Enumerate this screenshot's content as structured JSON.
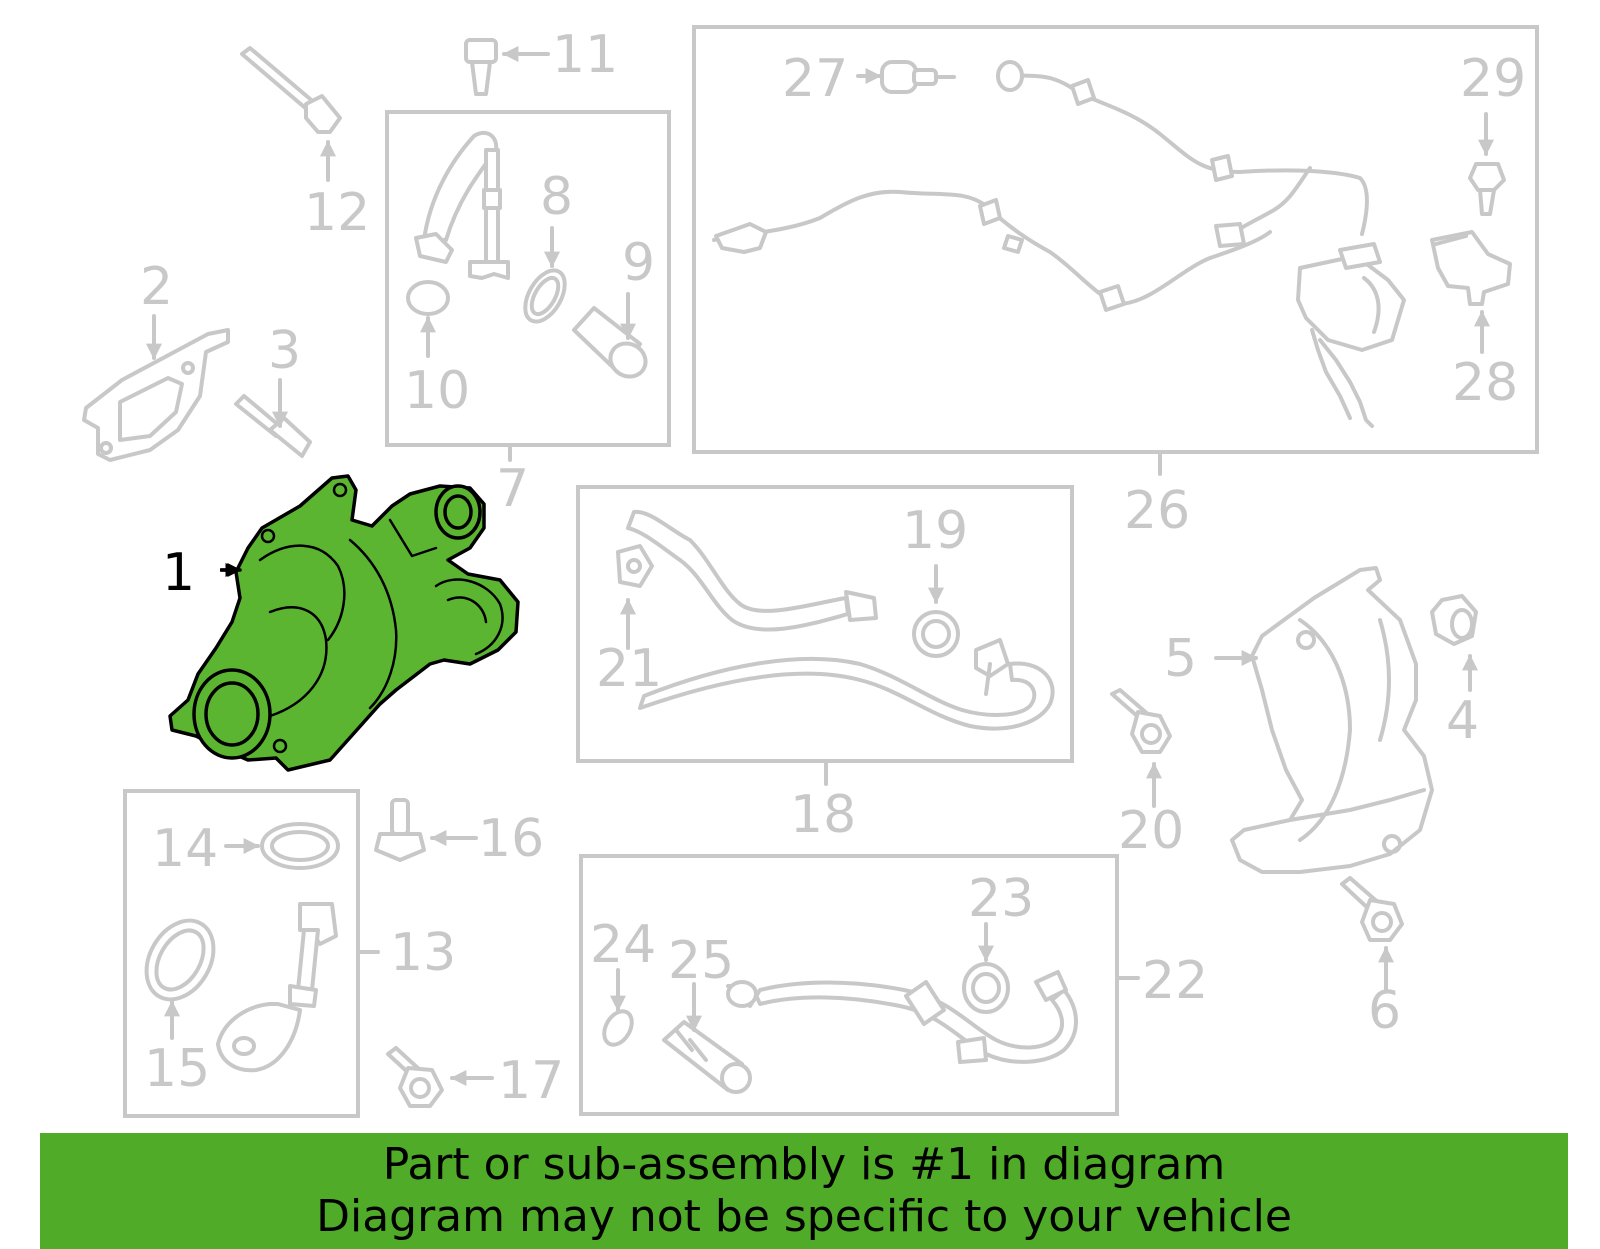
{
  "colors": {
    "highlight": "#5cb531",
    "banner": "#4fab28",
    "linework": "#c8c8c8"
  },
  "labels": {
    "l1": "1",
    "l2": "2",
    "l3": "3",
    "l4": "4",
    "l5": "5",
    "l6": "6",
    "l7": "7",
    "l8": "8",
    "l9": "9",
    "l10": "10",
    "l11": "11",
    "l12": "12",
    "l13": "13",
    "l14": "14",
    "l15": "15",
    "l16": "16",
    "l17": "17",
    "l18": "18",
    "l19": "19",
    "l20": "20",
    "l21": "21",
    "l22": "22",
    "l23": "23",
    "l24": "24",
    "l25": "25",
    "l26": "26",
    "l27": "27",
    "l28": "28",
    "l29": "29"
  },
  "banner": {
    "line1": "Part or sub-assembly is #1 in diagram",
    "line2": "Diagram may not be specific to your vehicle"
  }
}
